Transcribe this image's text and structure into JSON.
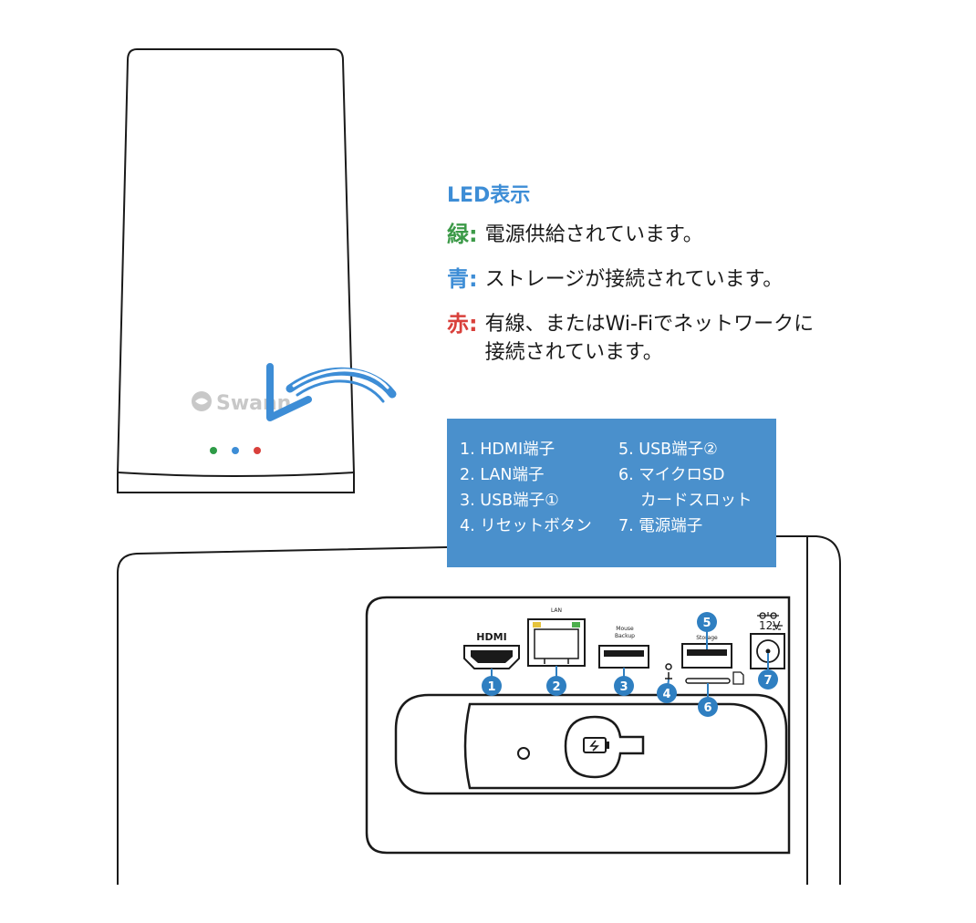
{
  "device": {
    "logo_text": "Swann",
    "led_colors": [
      "#2e9b47",
      "#3d8dd6",
      "#d9403b"
    ]
  },
  "led_legend": {
    "title": "LED表示",
    "items": [
      {
        "key": "緑:",
        "color": "#3c9a48",
        "text": "電源供給されています。",
        "cont": ""
      },
      {
        "key": "青:",
        "color": "#3d8dd6",
        "text": "ストレージが接続されています。",
        "cont": ""
      },
      {
        "key": "赤:",
        "color": "#d9403b",
        "text": "有線、またはWi-Fiでネットワークに",
        "cont": "接続されています。"
      }
    ]
  },
  "ports_box": {
    "color": "#4a90cc",
    "left_items": [
      "1. HDMI端子",
      "2. LAN端子",
      "3. USB端子①",
      "4. リセットボタン"
    ],
    "right_items": [
      "5. USB端子②",
      "6. マイクロSD",
      "カードスロット",
      "7. 電源端子"
    ]
  },
  "back_panel": {
    "hdmi_label": "HDMI",
    "lan_label": "LAN",
    "mouse_backup_label": [
      "Mouse",
      "Backup"
    ],
    "storage_label": "Storage",
    "power_label": "12V",
    "markers": [
      "1",
      "2",
      "3",
      "4",
      "5",
      "6",
      "7"
    ]
  }
}
